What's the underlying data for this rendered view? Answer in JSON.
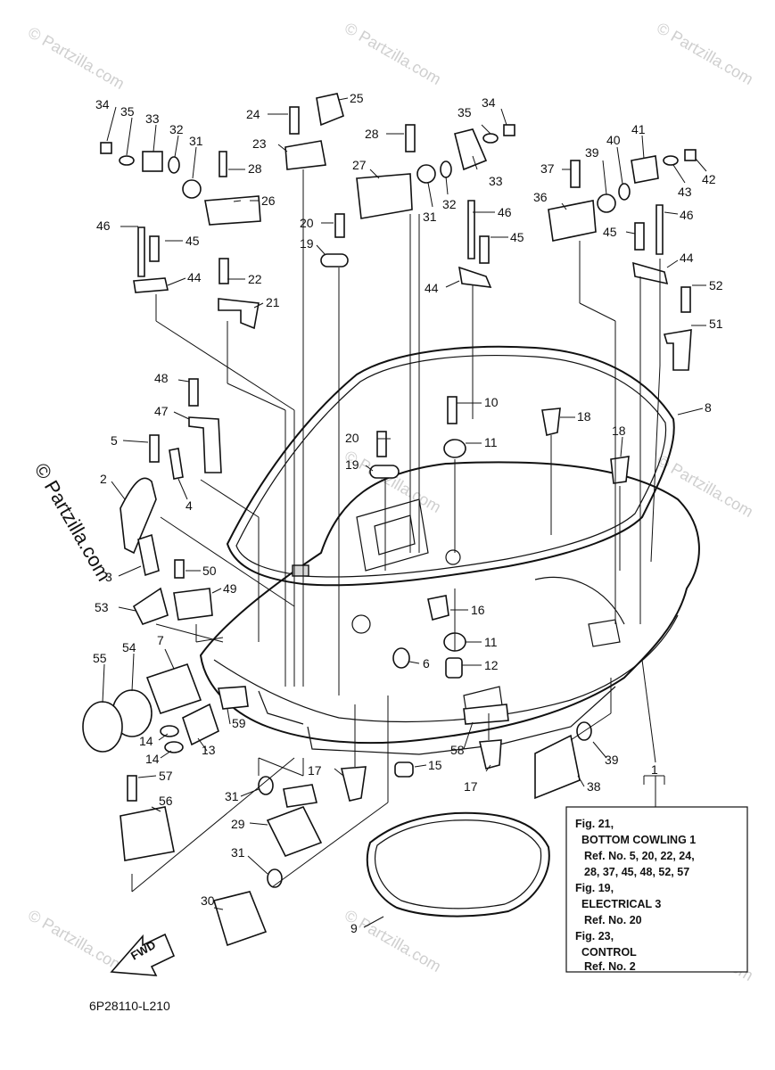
{
  "watermarks": {
    "text": "© Partzilla.com",
    "side_text": "© Partzilla.com"
  },
  "callouts": {
    "n1": "1",
    "n2": "2",
    "n3": "3",
    "n4": "4",
    "n5": "5",
    "n6": "6",
    "n7": "7",
    "n8": "8",
    "n9": "9",
    "n10": "10",
    "n11": "11",
    "n11b": "11",
    "n12": "12",
    "n13": "13",
    "n14a": "14",
    "n14b": "14",
    "n15": "15",
    "n16": "16",
    "n17a": "17",
    "n17b": "17",
    "n18a": "18",
    "n18b": "18",
    "n19a": "19",
    "n19b": "19",
    "n20a": "20",
    "n20b": "20",
    "n21": "21",
    "n22": "22",
    "n23": "23",
    "n24": "24",
    "n25": "25",
    "n26": "26",
    "n27": "27",
    "n28a": "28",
    "n28b": "28",
    "n29": "29",
    "n30": "30",
    "n31a": "31",
    "n31b": "31",
    "n31c": "31",
    "n31d": "31",
    "n32a": "32",
    "n32b": "32",
    "n33a": "33",
    "n33b": "33",
    "n34a": "34",
    "n34b": "34",
    "n35a": "35",
    "n35b": "35",
    "n36": "36",
    "n37": "37",
    "n38": "38",
    "n39a": "39",
    "n39b": "39",
    "n40": "40",
    "n41": "41",
    "n42": "42",
    "n43": "43",
    "n44a": "44",
    "n44b": "44",
    "n44c": "44",
    "n45a": "45",
    "n45b": "45",
    "n45c": "45",
    "n46a": "46",
    "n46b": "46",
    "n46c": "46",
    "n47": "47",
    "n48": "48",
    "n49": "49",
    "n50": "50",
    "n51": "51",
    "n52": "52",
    "n53": "53",
    "n54": "54",
    "n55": "55",
    "n56": "56",
    "n57": "57",
    "n58": "58",
    "n59": "59"
  },
  "reference_box": {
    "lines": [
      "Fig. 21,",
      "BOTTOM COWLING 1",
      "Ref. No. 5, 20, 22, 24,",
      "28, 37, 45, 48, 52, 57",
      "Fig. 19,",
      "ELECTRICAL 3",
      "Ref. No. 20",
      "Fig. 23,",
      "CONTROL",
      "Ref. No. 2"
    ]
  },
  "fwd_label": "FWD",
  "diagram_code": "6P28110-L210"
}
